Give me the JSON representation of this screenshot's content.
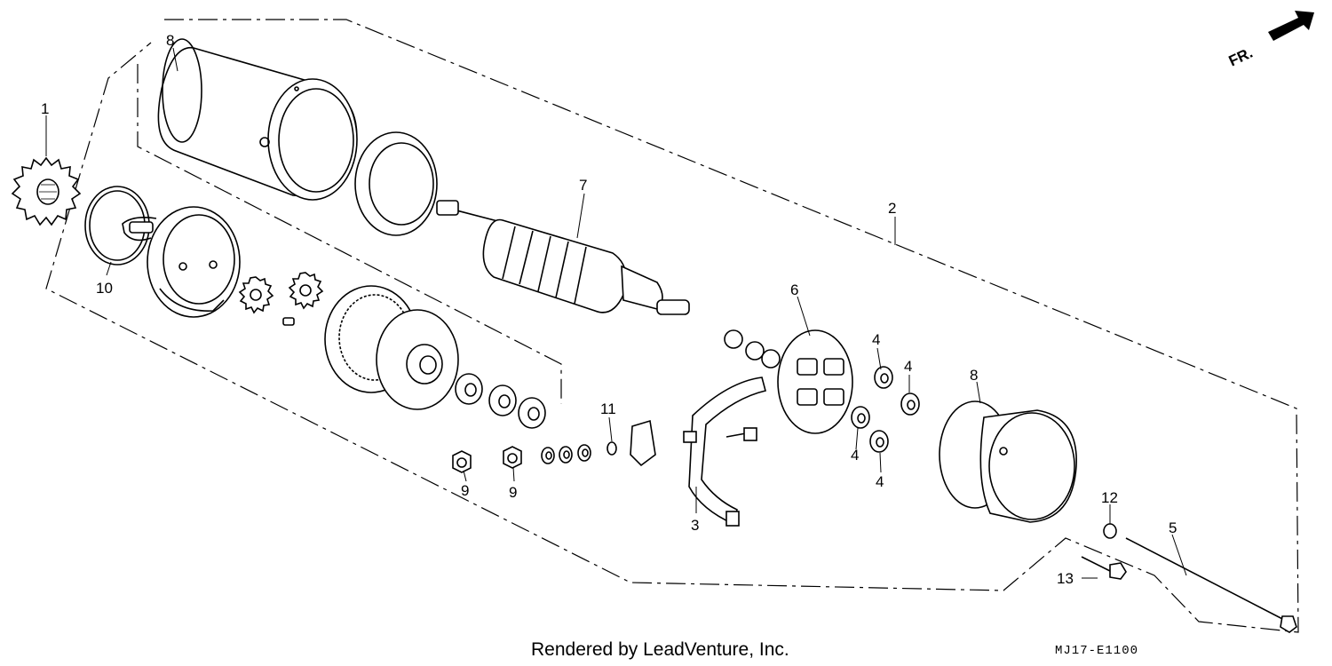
{
  "diagram": {
    "direction_label": "FR.",
    "drawing_code": "MJ17-E1100",
    "credit": "Rendered by LeadVenture, Inc.",
    "callouts": [
      "1",
      "2",
      "3",
      "4",
      "4",
      "4",
      "4",
      "5",
      "6",
      "7",
      "8",
      "8",
      "9",
      "9",
      "10",
      "11",
      "12",
      "13"
    ]
  }
}
